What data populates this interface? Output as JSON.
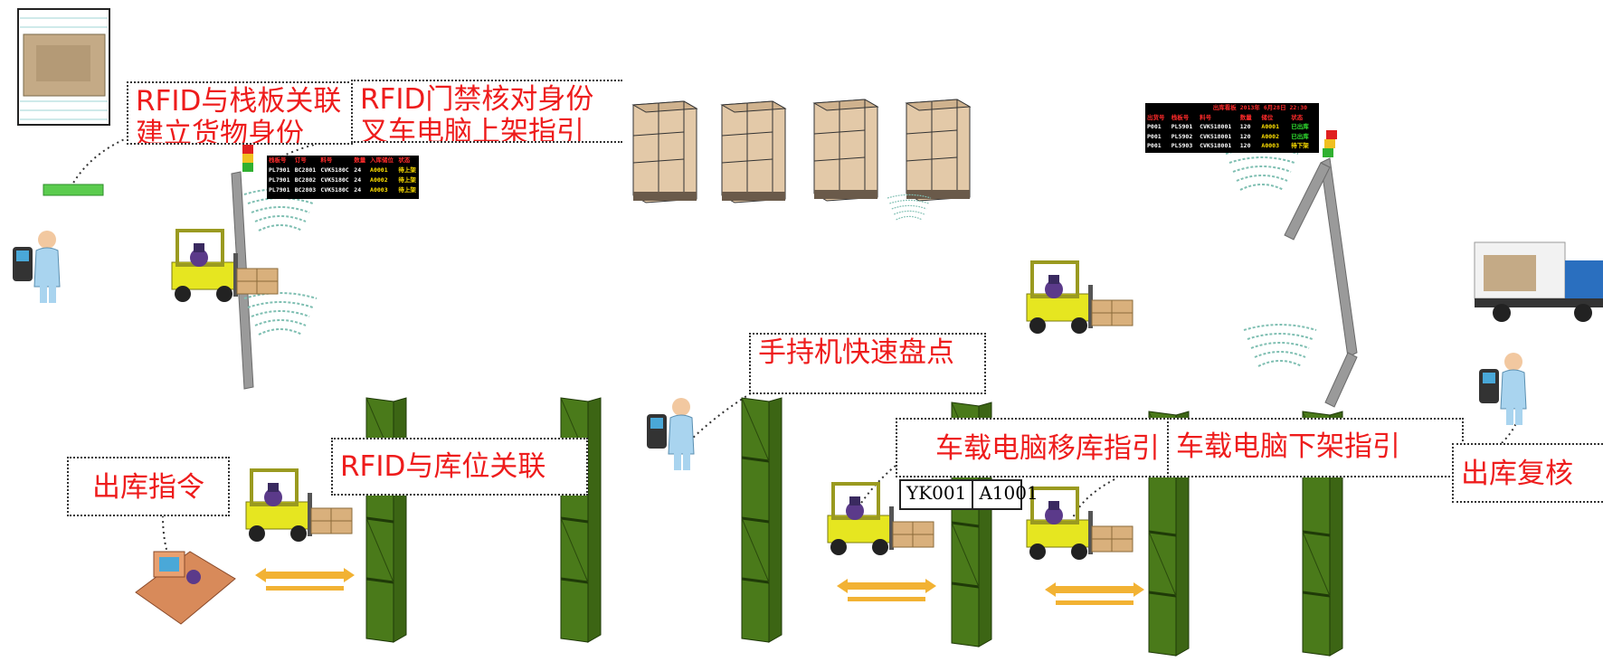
{
  "callouts": {
    "pallet_binding": "RFID与栈板关联建立货物身份",
    "gate_check": "RFID门禁核对身份 叉车电脑上架指引",
    "handheld_inventory": "手持机快速盘点",
    "location_binding": "RFID与库位关联",
    "outbound_order": "出库指令",
    "move_guidance": "车载电脑移库指引",
    "unload_guidance": "车载电脑下架指引",
    "outbound_review": "出库复核"
  },
  "board_left": {
    "headers": [
      "栈板号",
      "订号",
      "料号",
      "数量",
      "入库储位",
      "状态"
    ],
    "rows": [
      [
        "PL7901",
        "BC2801",
        "CVK5180C",
        "24",
        "A0001",
        "待上架"
      ],
      [
        "PL7901",
        "BC2802",
        "CVK5180C",
        "24",
        "A0002",
        "待上架"
      ],
      [
        "PL7901",
        "BC2803",
        "CVK5180C",
        "24",
        "A0003",
        "待上架"
      ]
    ]
  },
  "board_right": {
    "title_row": [
      "出库看板",
      "2013年 6月28日 22:30"
    ],
    "headers": [
      "出货号",
      "栈板号",
      "料号",
      "数量",
      "储位",
      "状态"
    ],
    "rows": [
      [
        "P001",
        "PL5901",
        "CVK518001",
        "120",
        "A0001",
        "已出库"
      ],
      [
        "P001",
        "PL5902",
        "CVK518001",
        "120",
        "A0002",
        "已出库"
      ],
      [
        "P001",
        "PL5903",
        "CVK518001",
        "120",
        "A0003",
        "待下架"
      ]
    ]
  },
  "move_tag": [
    "YK001",
    "A1001"
  ],
  "colors": {
    "callout_text": "#ee1c1c",
    "rack_green": "#4a7a1a",
    "arrow_orange": "#f2b233",
    "forklift_yellow": "#e6e620",
    "box_tan": "#e3c9a8",
    "pole_gray": "#9a9a9a",
    "wave_teal": "#7fbfb2"
  },
  "icons": [
    "forklift-icon",
    "rfid-gate-pole-icon",
    "rfid-wave-icon",
    "handheld-operator-icon",
    "pallet-box-icon",
    "storage-rack-icon",
    "truck-icon",
    "office-computer-icon",
    "two-way-arrow-icon",
    "signal-light-icon",
    "rfid-tag-label-icon"
  ]
}
